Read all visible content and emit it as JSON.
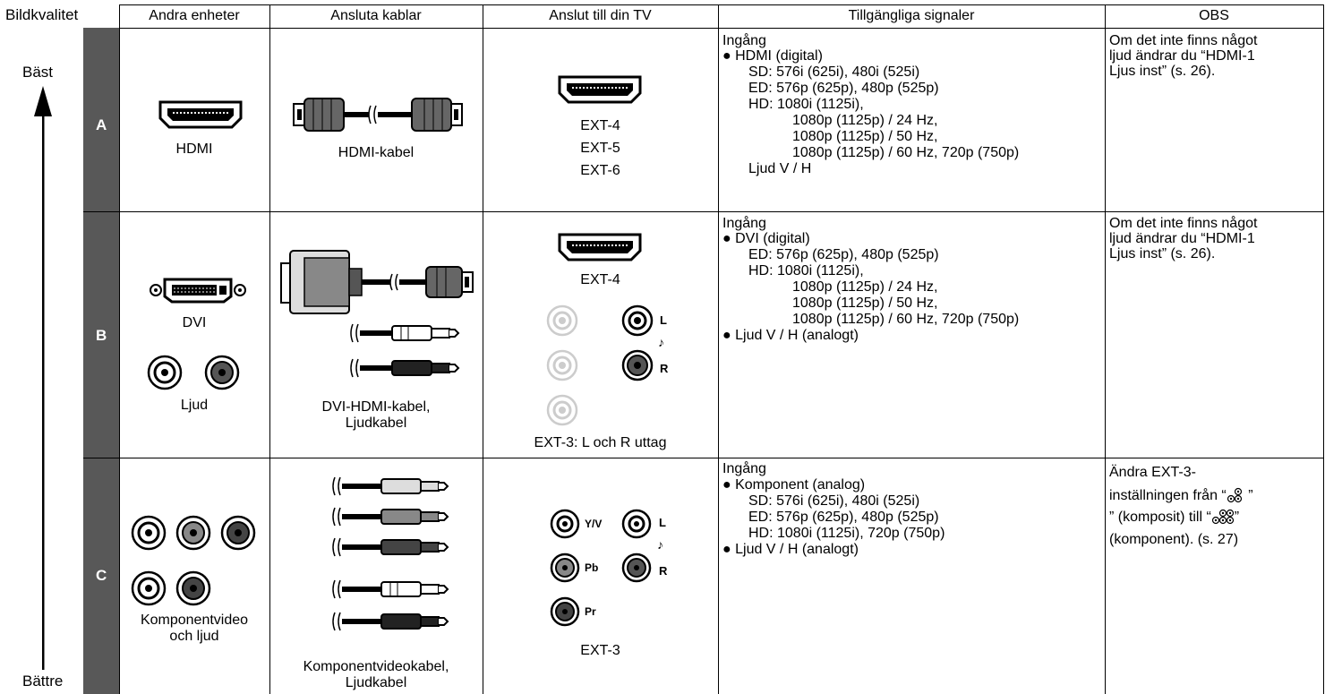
{
  "scale": {
    "header": "Bildkvalitet",
    "best": "Bäst",
    "worse": "Bättre"
  },
  "columns": [
    "Andra enheter",
    "Ansluta kablar",
    "Anslut till din TV",
    "Tillgängliga signaler",
    "OBS"
  ],
  "rows": [
    {
      "label": "A",
      "devices": [
        "HDMI"
      ],
      "cable": [
        "HDMI-kabel"
      ],
      "tv": [
        "EXT-4",
        "EXT-5",
        "EXT-6"
      ],
      "signals": [
        "Ingång",
        "● HDMI (digital)",
        "SD:  576i (625i), 480i (525i)",
        "ED:  576p (625p), 480p (525p)",
        "HD:  1080i (1125i),",
        "1080p (1125p) / 24 Hz,",
        "1080p (1125p) / 50 Hz,",
        "1080p (1125p) / 60 Hz, 720p (750p)",
        "Ljud V / H"
      ],
      "notes": [
        "Om det inte finns något",
        "ljud ändrar du “HDMI-1",
        "Ljus inst” (s. 26)."
      ]
    },
    {
      "label": "B",
      "devices": [
        "DVI",
        "Ljud"
      ],
      "cable": [
        "DVI-HDMI-kabel,",
        "Ljudkabel"
      ],
      "tv": [
        "EXT-4",
        "EXT-3: L och R uttag"
      ],
      "signals": [
        "Ingång",
        "● DVI (digital)",
        "ED:  576p (625p), 480p (525p)",
        "HD:  1080i (1125i),",
        "1080p (1125p) / 24 Hz,",
        "1080p (1125p) / 50 Hz,",
        "1080p (1125p) / 60 Hz, 720p (750p)",
        "● Ljud V / H (analogt)"
      ],
      "notes": [
        "Om det inte finns något",
        "ljud ändrar du “HDMI-1",
        "Ljus inst” (s. 26)."
      ]
    },
    {
      "label": "C",
      "devices": [
        "Komponentvideo",
        "och ljud"
      ],
      "cable": [
        "Komponentvideokabel,",
        "Ljudkabel"
      ],
      "tv": [
        "EXT-3"
      ],
      "signals": [
        "Ingång",
        "● Komponent (analog)",
        "SD:  576i (625i), 480i (525i)",
        "ED:  576p (625p), 480p (525p)",
        "HD:  1080i (1125i), 720p (750p)",
        "● Ljud V / H (analogt)"
      ],
      "notes": [
        "Ändra EXT-3-",
        "inställningen från “",
        "” (komposit) till “",
        "”",
        "(komponent). (s. 27)"
      ]
    }
  ],
  "jack_labels": {
    "L": "L",
    "R": "R",
    "yv": "Y/V",
    "pb": "Pb",
    "pr": "Pr",
    "note": "♪"
  }
}
